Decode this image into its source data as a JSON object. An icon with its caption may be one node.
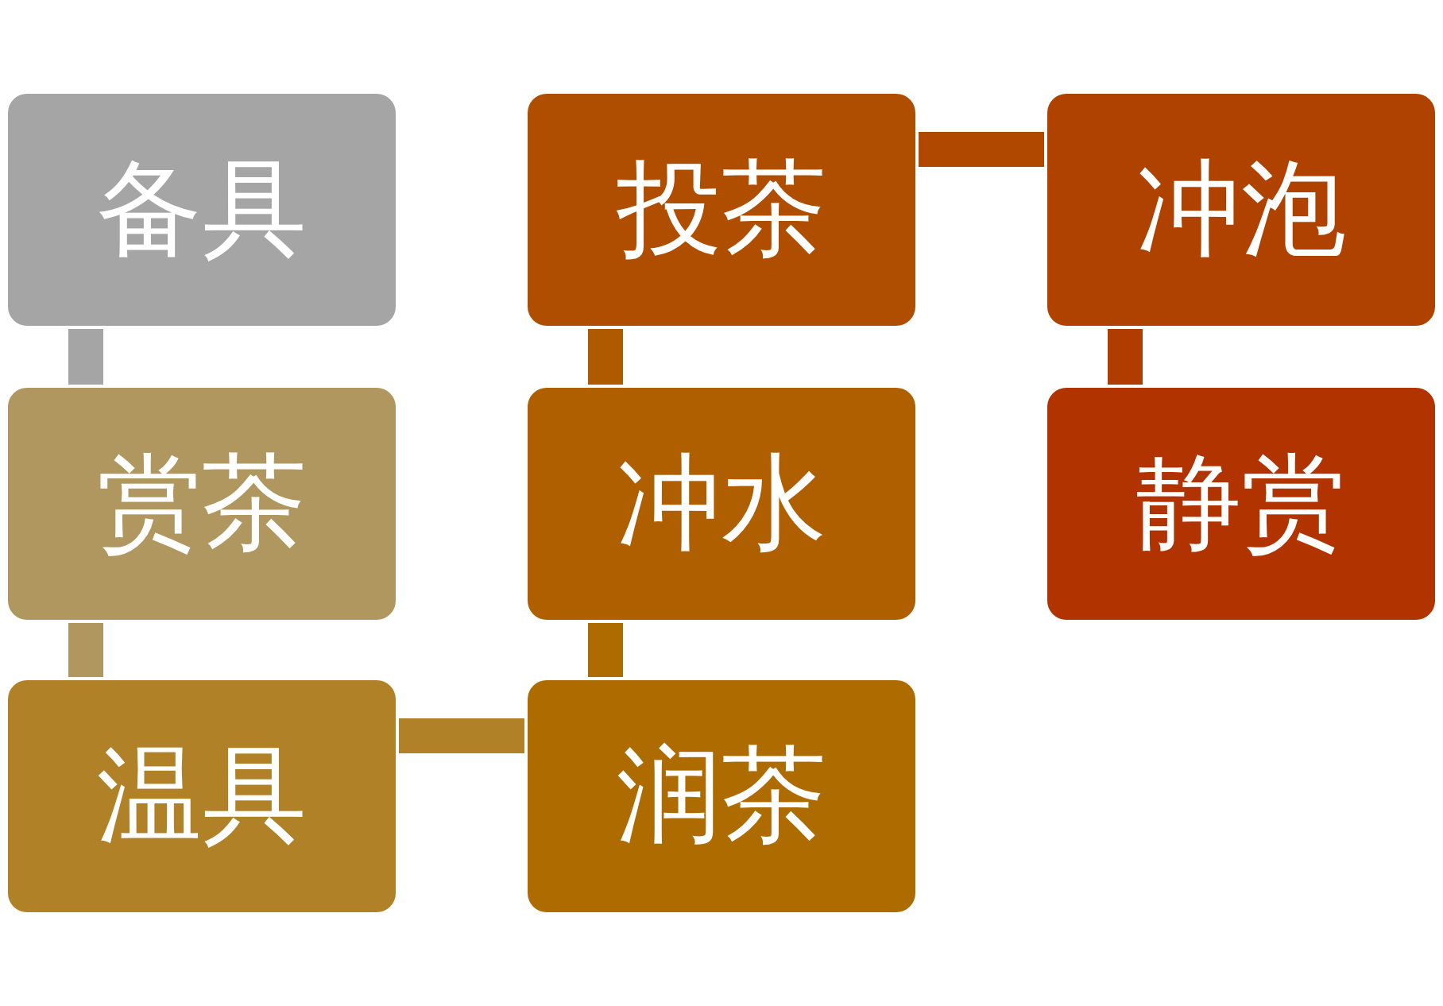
{
  "diagram": {
    "nodes": [
      {
        "text": [
          "备具"
        ]
      },
      {
        "text": [
          "赏茶"
        ]
      },
      {
        "text": [
          "温具"
        ]
      },
      {
        "text": [
          "润茶"
        ]
      },
      {
        "text": [
          "冲水"
        ]
      },
      {
        "text": [
          "投茶"
        ]
      },
      {
        "text": [
          "冲泡"
        ]
      },
      {
        "text": [
          "静赏"
        ]
      }
    ],
    "edges": [
      {
        "from": 0,
        "to": 1,
        "arrow": "none",
        "color": "#a5a5a5"
      },
      {
        "from": 1,
        "to": 2,
        "arrow": "none",
        "color": "#b0965f"
      },
      {
        "from": 2,
        "to": 3,
        "arrow": "none",
        "color": "#b08127"
      },
      {
        "from": 3,
        "to": 4,
        "arrow": "none",
        "color": "#ad6b00"
      },
      {
        "from": 4,
        "to": 5,
        "arrow": "none",
        "color": "#b05a00"
      },
      {
        "from": 5,
        "to": 6,
        "arrow": "none",
        "color": "#b04800"
      },
      {
        "from": 6,
        "to": 7,
        "arrow": "none",
        "color": "#b03c00"
      }
    ]
  }
}
